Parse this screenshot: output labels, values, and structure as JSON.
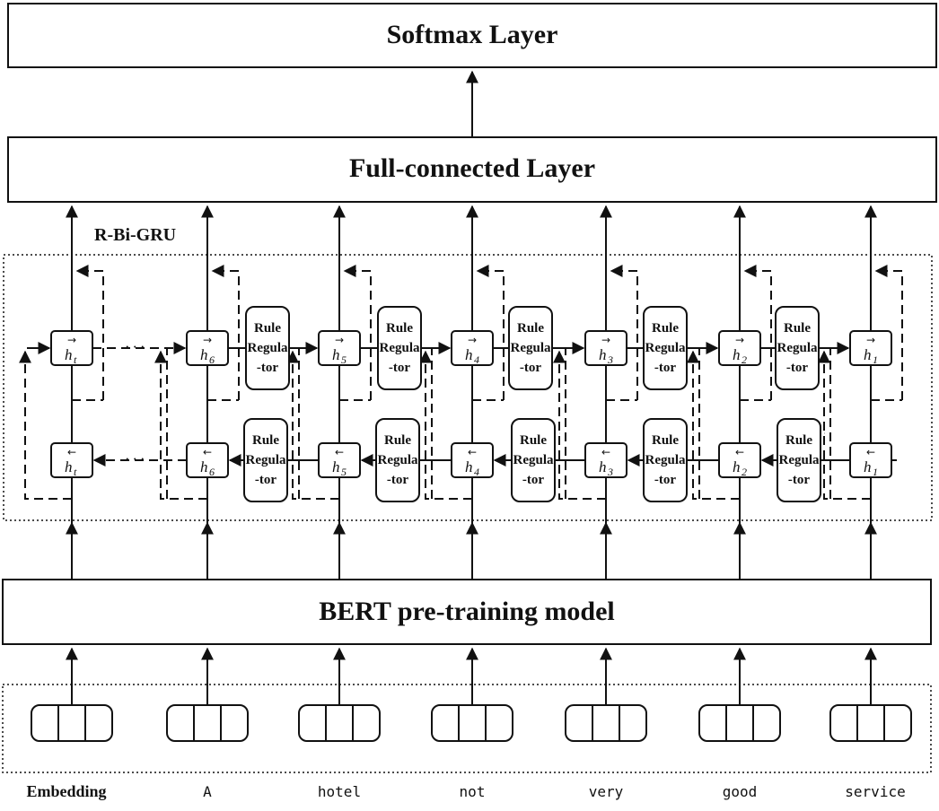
{
  "layers": {
    "softmax": "Softmax Layer",
    "full_connected": "Full-connected Layer",
    "bert": "BERT pre-training model"
  },
  "rbigru_label": "R-Bi-GRU",
  "rule_regulator": [
    "Rule",
    "Regula",
    "-tor"
  ],
  "hidden_states": [
    {
      "base": "h",
      "sub": "t"
    },
    {
      "base": "h",
      "sub": "6"
    },
    {
      "base": "h",
      "sub": "5"
    },
    {
      "base": "h",
      "sub": "4"
    },
    {
      "base": "h",
      "sub": "3"
    },
    {
      "base": "h",
      "sub": "2"
    },
    {
      "base": "h",
      "sub": "1"
    }
  ],
  "forward_arrow_glyph": "→",
  "backward_arrow_glyph": "←",
  "ellipsis": "· · ·",
  "words": [
    "Embedding",
    "A",
    "hotel",
    "not",
    "very",
    "good",
    "service"
  ]
}
